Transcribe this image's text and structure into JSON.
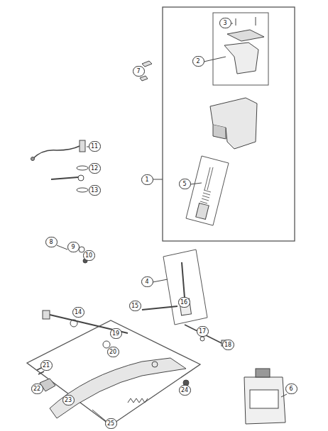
{
  "diagram": {
    "labels": [
      "3",
      "2",
      "7",
      "11",
      "12",
      "13",
      "1",
      "5",
      "8",
      "9",
      "10",
      "4",
      "14",
      "15",
      "16",
      "17",
      "18",
      "19",
      "20",
      "21",
      "22",
      "23",
      "24",
      "25",
      "6"
    ]
  }
}
